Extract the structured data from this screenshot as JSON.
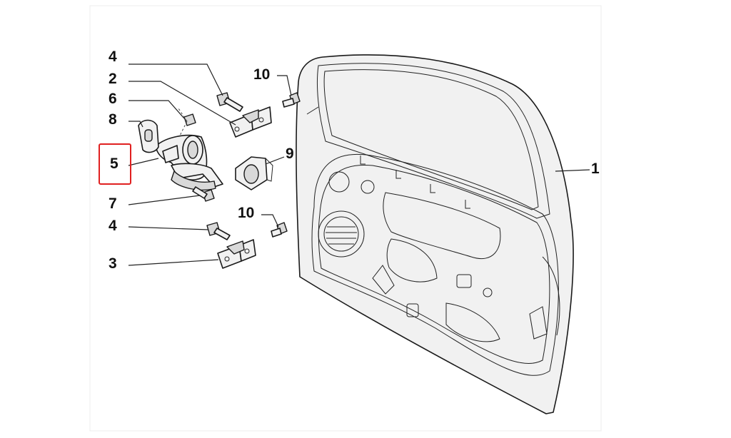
{
  "diagram": {
    "callouts": {
      "c1": "1",
      "c2": "2",
      "c3": "3",
      "c4a": "4",
      "c4b": "4",
      "c5": "5",
      "c6": "6",
      "c7": "7",
      "c8": "8",
      "c9": "9",
      "c10a": "10",
      "c10b": "10"
    },
    "highlight_color": "#e02020"
  }
}
